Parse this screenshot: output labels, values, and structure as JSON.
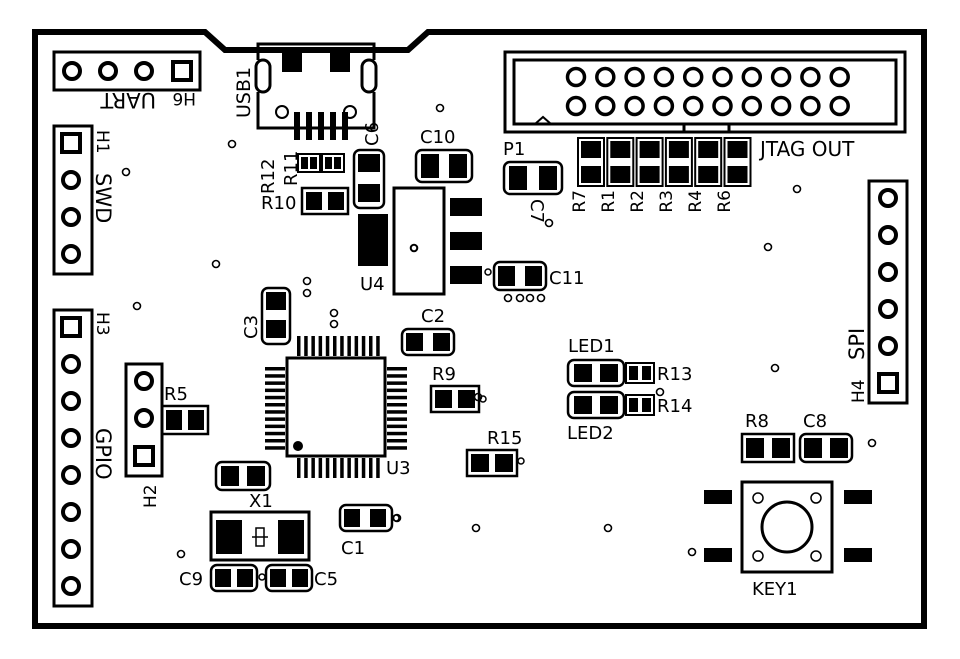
{
  "board": {
    "outline_color": "#000000",
    "background_color": "#ffffff"
  },
  "labels": {
    "usb1": "USB1",
    "h6": "H6",
    "uart": "UART",
    "h1": "H1",
    "swd": "SWD",
    "h3": "H3",
    "gpio": "GPIO",
    "h2": "H2",
    "r5": "R5",
    "x1": "X1",
    "c9": "C9",
    "c5": "C5",
    "c1": "C1",
    "c3": "C3",
    "u3": "U3",
    "c2": "C2",
    "r9": "R9",
    "r15": "R15",
    "r12": "R12",
    "r11": "R11",
    "r10": "R10",
    "c6": "C6",
    "c10": "C10",
    "u4": "U4",
    "c11": "C11",
    "p1": "P1",
    "c7": "C7",
    "r7": "R7",
    "r1": "R1",
    "r2": "R2",
    "r3": "R3",
    "r4": "R4",
    "r6": "R6",
    "jtag_out": "JTAG OUT",
    "h4": "H4",
    "spi": "SPI",
    "led1": "LED1",
    "led2": "LED2",
    "r13": "R13",
    "r14": "R14",
    "r8": "R8",
    "c8": "C8",
    "key1": "KEY1"
  }
}
